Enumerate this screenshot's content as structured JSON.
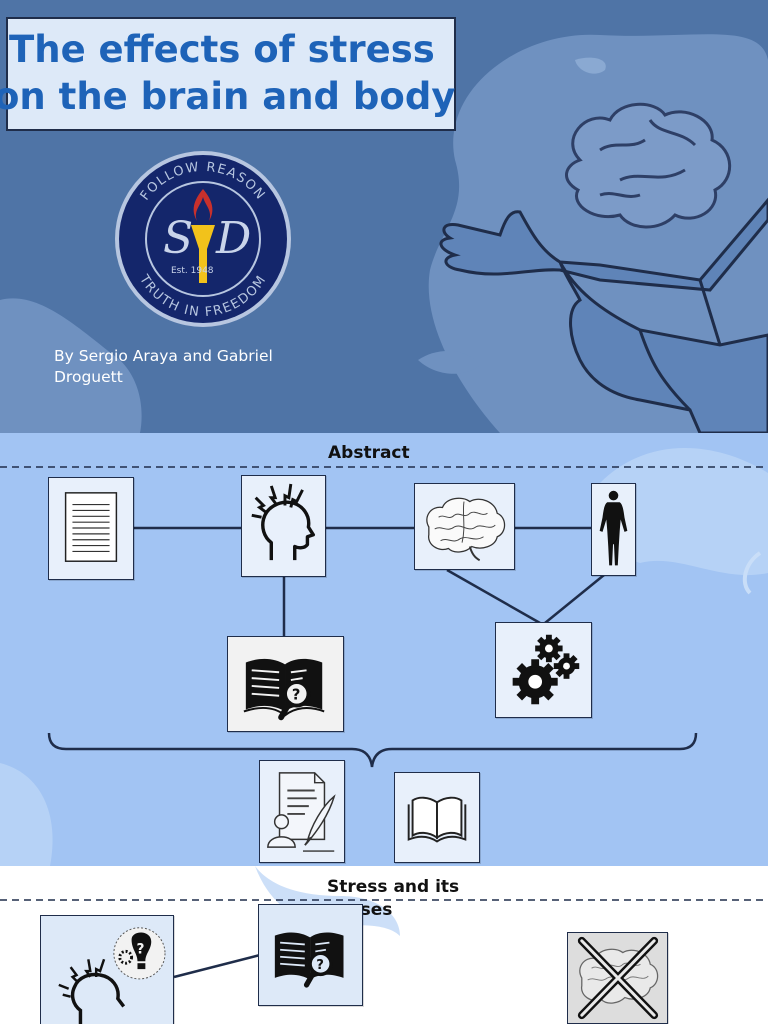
{
  "title": {
    "line1": "The effects of stress",
    "line2": "on the brain and body"
  },
  "logo": {
    "top_text": "FOLLOW REASON",
    "bottom_text": "TRUTH IN FREEDOM",
    "initial_left": "S",
    "initial_right": "D",
    "est": "Est. 1948"
  },
  "authors": "By Sergio Araya and Gabriel Droguett",
  "abstract": {
    "heading": "Abstract"
  },
  "causes": {
    "heading": "Stress  and its causes"
  },
  "icons": [
    "document-icon",
    "stressed-head-icon",
    "brain-icon",
    "human-body-icon",
    "book-magnifier-icon",
    "gears-icon",
    "research-paper-icon",
    "open-book-icon",
    "idea-head-icon",
    "crossed-brain-icon"
  ],
  "colors": {
    "title_bg": "#4f74a6",
    "title_text": "#1e63b8",
    "abstract_bg": "#a2c4f3",
    "line": "#1f2d4a"
  }
}
